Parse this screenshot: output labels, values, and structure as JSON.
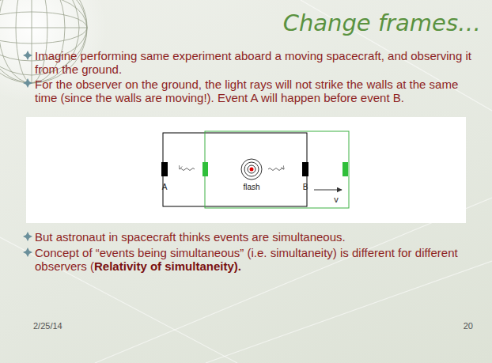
{
  "diagram": {
    "title": "Change frames…",
    "labels": [
      "Imagine performing same experiment aboard a moving spacecraft, and observing it from the ground.",
      "For the observer on the ground, the light rays will not strike the walls at the same time (since the walls are moving!). Event A will happen before event B.",
      "A",
      "flash",
      "B",
      "v",
      "But astronaut in spacecraft thinks events are simultaneous.",
      "Concept of “events being simultaneous” (i.e. simultaneity) is different for different observers (",
      "Relativity of simultaneity).",
      "2/25/14",
      "20"
    ]
  }
}
